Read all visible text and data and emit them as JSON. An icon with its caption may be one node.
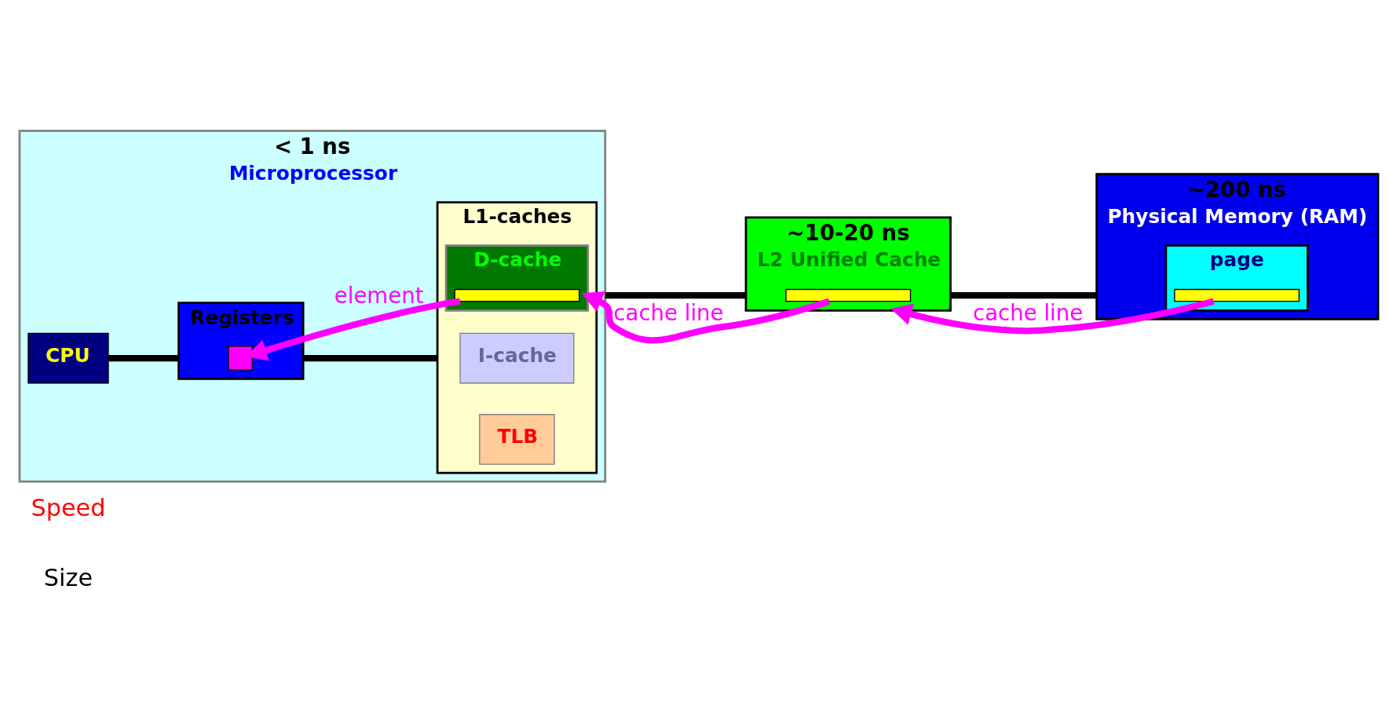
{
  "diagram": {
    "nodes": [
      {
        "text": [
          "Microprocessor"
        ],
        "beside": [
          "< 1 ns"
        ]
      },
      {
        "text": [
          "CPU"
        ],
        "in": 0
      },
      {
        "text": [
          "Registers"
        ],
        "in": 0
      },
      {
        "text": [],
        "shape": "box",
        "in": 2
      },
      {
        "text": [
          "L1-caches"
        ],
        "in": 0
      },
      {
        "text": [
          "I-cache"
        ],
        "in": 4
      },
      {
        "text": [
          "TLB"
        ],
        "in": 4
      },
      {
        "text": [
          "D-cache"
        ],
        "in": 4
      },
      {
        "text": [],
        "shape": "bar",
        "in": 7
      },
      {
        "text": [
          "L2 Unified Cache"
        ],
        "beside": [
          "~10-20 ns"
        ]
      },
      {
        "text": [],
        "shape": "bar",
        "in": 9
      },
      {
        "text": [
          "Physical Memory (RAM)"
        ],
        "beside": [
          "~200 ns"
        ]
      },
      {
        "text": [
          "page"
        ],
        "in": 11
      },
      {
        "text": [],
        "shape": "bar",
        "in": 12
      }
    ],
    "edges": [
      {
        "from": 1,
        "to": 2,
        "arrow": "none"
      },
      {
        "from": 2,
        "to": 4,
        "arrow": "none"
      },
      {
        "from": 0,
        "to": 9,
        "arrow": "none"
      },
      {
        "from": 9,
        "to": 11,
        "arrow": "none"
      },
      {
        "from": 8,
        "to": 3,
        "arrow": "to",
        "label": "element",
        "color": "#ff00ff"
      },
      {
        "from": 10,
        "to": 7,
        "arrow": "to",
        "label": "cache line",
        "color": "#ff00ff"
      },
      {
        "from": 13,
        "to": 9,
        "arrow": "to",
        "label": "cache line",
        "color": "#ff00ff"
      }
    ],
    "labels": [
      "Size",
      "Speed"
    ]
  }
}
